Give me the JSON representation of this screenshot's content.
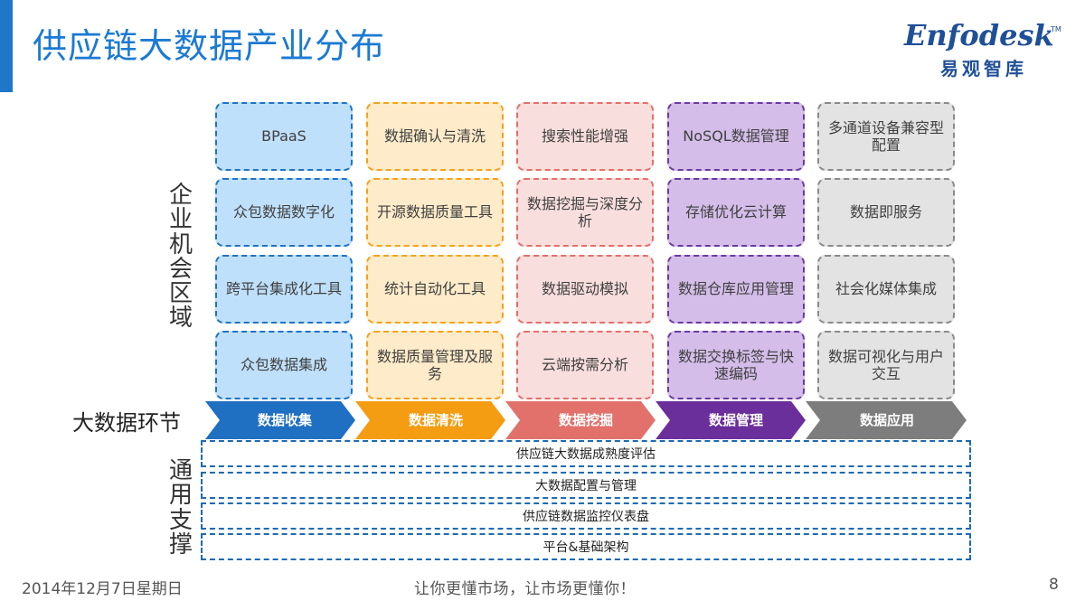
{
  "header": {
    "title": "供应链大数据产业分布",
    "logo_text": "Enfodesk",
    "logo_tm": "TM",
    "logo_cn": "易观智库",
    "accent_color": "#1f77c9"
  },
  "left_labels": {
    "opportunity": [
      "企",
      "业",
      "机",
      "会",
      "区",
      "域"
    ],
    "stage_row": "大数据环节",
    "support": [
      "通",
      "用",
      "支",
      "撑"
    ]
  },
  "columns": [
    {
      "stage": "数据收集",
      "color": "#1f73c6",
      "cells": [
        "BPaaS",
        "众包数据数字化",
        "跨平台集成化工具",
        "众包数据集成"
      ]
    },
    {
      "stage": "数据清洗",
      "color": "#f4a21c",
      "cells": [
        "数据确认与清洗",
        "开源数据质量工具",
        "统计自动化工具",
        "数据质量管理及服务"
      ]
    },
    {
      "stage": "数据挖掘",
      "color": "#e0706b",
      "cells": [
        "搜索性能增强",
        "数据挖掘与深度分析",
        "数据驱动模拟",
        "云端按需分析"
      ]
    },
    {
      "stage": "数据管理",
      "color": "#6a3aa0",
      "cells": [
        "NoSQL数据管理",
        "存储优化云计算",
        "数据仓库应用管理",
        "数据交换标签与快速编码"
      ]
    },
    {
      "stage": "数据应用",
      "color": "#8a8a8a",
      "cells": [
        "多通道设备兼容型配置",
        "数据即服务",
        "社会化媒体集成",
        "数据可视化与用户交互"
      ]
    }
  ],
  "support_rows": [
    "供应链大数据成熟度评估",
    "大数据配置与管理",
    "供应链数据监控仪表盘",
    "平台&基础架构"
  ],
  "footer": {
    "date": "2014年12月7日星期日",
    "slogan": "让你更懂市场，让市场更懂你！",
    "page": "8"
  }
}
